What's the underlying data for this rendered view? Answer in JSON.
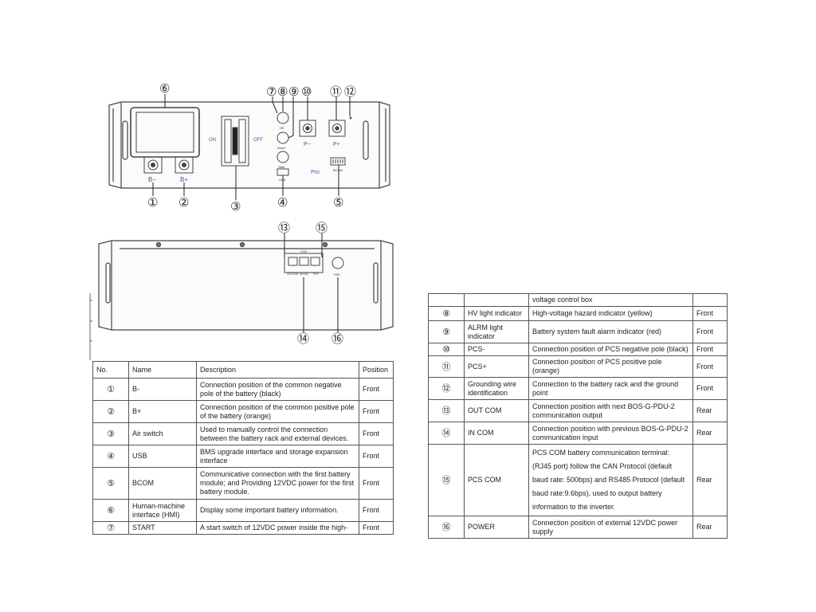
{
  "front_panel": {
    "switch_on": "ON",
    "switch_off": "OFF",
    "hv_label": "HV",
    "alarm_label": "Alarm",
    "start_label": "Start",
    "usb_label": "USB",
    "pcs_neg_label": "P−",
    "pcs_pos_label": "P+",
    "pro_label": "Pro",
    "bcom_label": "BCOM",
    "b_neg_label": "B−",
    "b_pos_label": "B+"
  },
  "rear_panel": {
    "com_label": "COM",
    "out_com_label": "OUTCOM",
    "in_com_label": "INCOM",
    "pcs_com_label": "PCS",
    "power_label": "PWR"
  },
  "callouts": {
    "c1": "①",
    "c2": "②",
    "c3": "③",
    "c4": "④",
    "c5": "⑤",
    "c6": "⑥",
    "c7": "⑦",
    "c8": "⑧",
    "c9": "⑨",
    "c10": "⑩",
    "c11": "⑪",
    "c12": "⑫",
    "c13": "⑬",
    "c14": "⑭",
    "c15": "⑮",
    "c16": "⑯"
  },
  "table_left": {
    "headers": {
      "no": "No.",
      "name": "Name",
      "desc": "Description",
      "pos": "Position"
    },
    "rows": [
      {
        "no": "①",
        "name": "B-",
        "desc": "Connection position of the common negative pole of the battery (black)",
        "pos": "Front"
      },
      {
        "no": "②",
        "name": "B+",
        "desc": "Connection position of the common positive pole of the battery (orange)",
        "pos": "Front"
      },
      {
        "no": "③",
        "name": "Air switch",
        "desc": "Used to manually control the connection between the battery rack and external devices.",
        "pos": "Front"
      },
      {
        "no": "④",
        "name": "USB",
        "desc": "BMS upgrade interface and storage expansion interface",
        "pos": "Front"
      },
      {
        "no": "⑤",
        "name": "BCOM",
        "desc": "Communicative connection with the first battery module; and Providing 12VDC power for the first battery module.",
        "pos": "Front"
      },
      {
        "no": "⑥",
        "name": "Human-machine interface (HMI)",
        "desc": "Display some important battery information.",
        "pos": "Front"
      },
      {
        "no": "⑦",
        "name": "START",
        "desc": "A start switch of 12VDC power inside the high-",
        "pos": "Front"
      }
    ]
  },
  "table_right": {
    "continuation": "voltage control box",
    "rows": [
      {
        "no": "⑧",
        "name": "HV light indicator",
        "desc": "High-voltage hazard indicator (yellow)",
        "pos": "Front"
      },
      {
        "no": "⑨",
        "name": "ALRM light indicator",
        "desc": "Battery system fault alarm indicator (red)",
        "pos": "Front"
      },
      {
        "no": "⑩",
        "name": "PCS-",
        "desc": "Connection position of PCS negative pole (black)",
        "pos": "Front"
      },
      {
        "no": "⑪",
        "name": "PCS+",
        "desc": "Connection position of PCS positive pole (orange)",
        "pos": "Front"
      },
      {
        "no": "⑫",
        "name": "Grounding wire identification",
        "desc": "Connection to the battery rack and the ground point",
        "pos": "Front"
      },
      {
        "no": "⑬",
        "name": "OUT COM",
        "desc": "Connection position with next BOS-G-PDU-2 communication output",
        "pos": "Rear"
      },
      {
        "no": "⑭",
        "name": "IN COM",
        "desc": "Connection position with previous BOS-G-PDU-2 communication input",
        "pos": "Rear"
      },
      {
        "no": "⑮",
        "name": "PCS COM",
        "desc": "PCS COM battery communication terminal: (RJ45 port) follow the CAN Protocol (default baud rate: 500bps) and RS485 Protocol (default baud rate:9.6bps), used to output battery information to the inverter.",
        "pos": "Rear"
      },
      {
        "no": "⑯",
        "name": "POWER",
        "desc": "Connection position of external 12VDC power supply",
        "pos": "Rear"
      }
    ]
  }
}
